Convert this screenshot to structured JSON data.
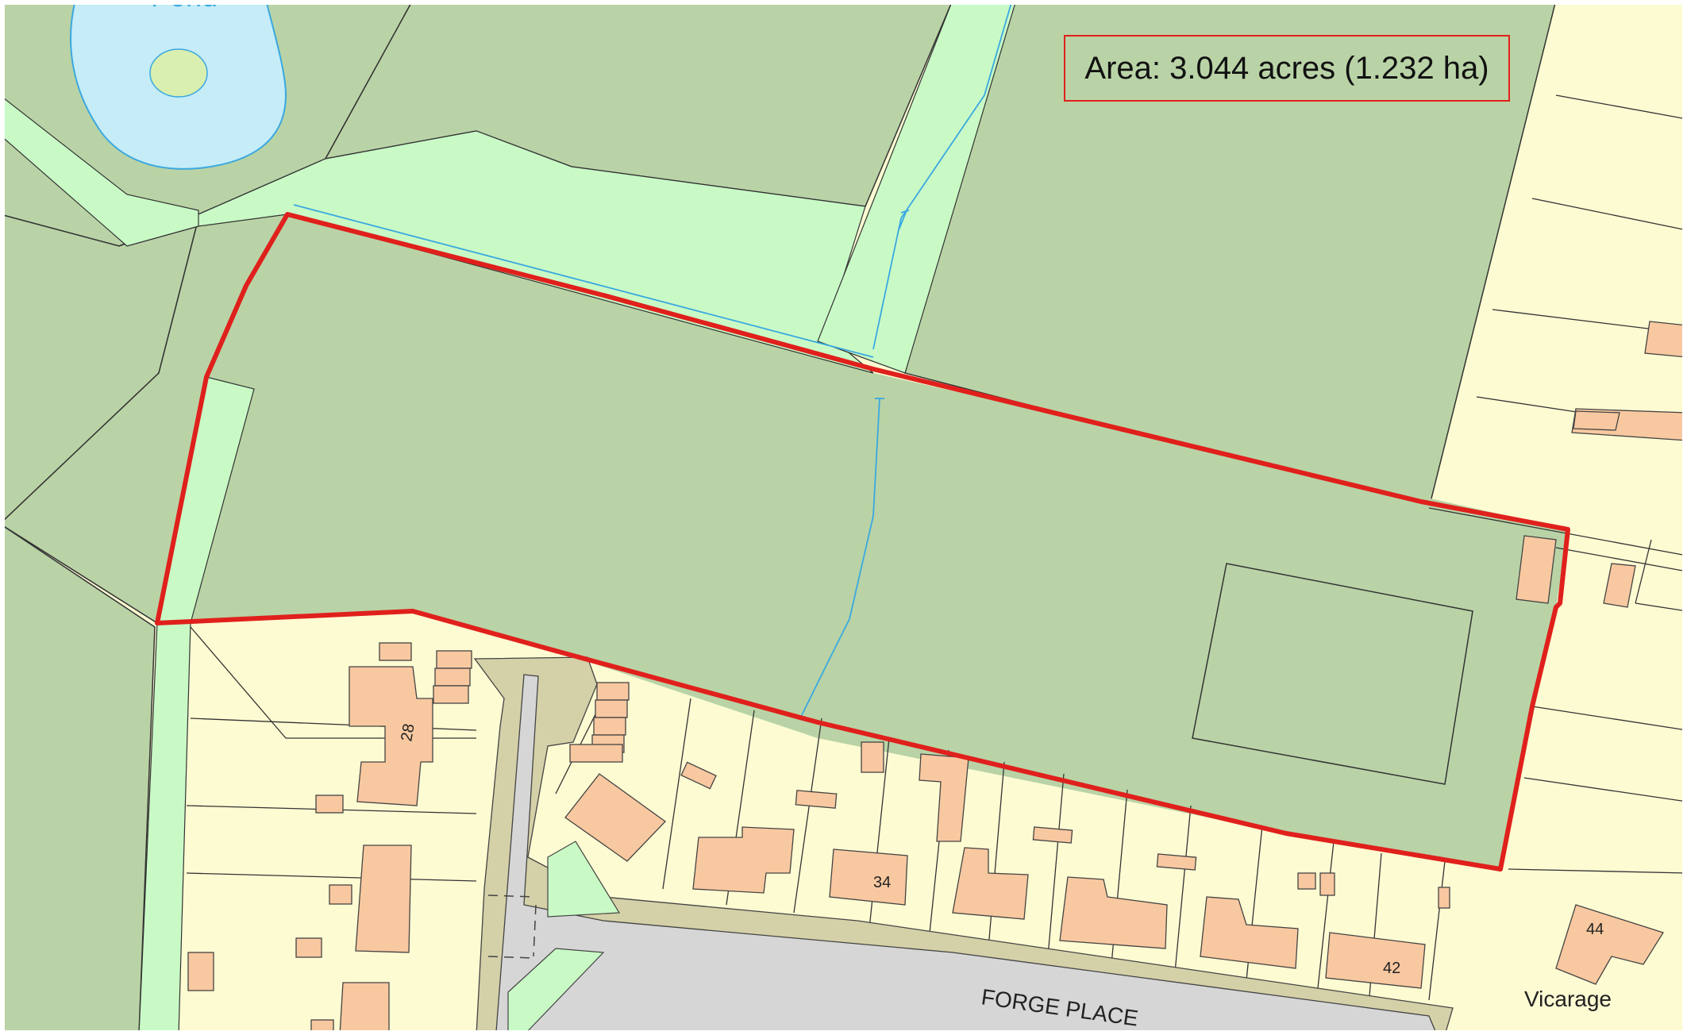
{
  "map": {
    "area_label": "Area: 3.044 acres (1.232 ha)",
    "water_label": "Pond",
    "street_label": "FORGE PLACE",
    "vicarage_label": "Vicarage",
    "house_numbers": {
      "n28": "28",
      "n34": "34",
      "n42": "42",
      "n44": "44"
    },
    "colors": {
      "field": "#b9d3a6",
      "water": "#c5ecf7",
      "water_line": "#3aa8e0",
      "garden": "#fdfbd2",
      "path_strip": "#c9fac6",
      "building": "#f8c8a0",
      "road": "#d6d6d6",
      "verge": "#d4d0a8",
      "boundary": "#e0201c"
    }
  }
}
